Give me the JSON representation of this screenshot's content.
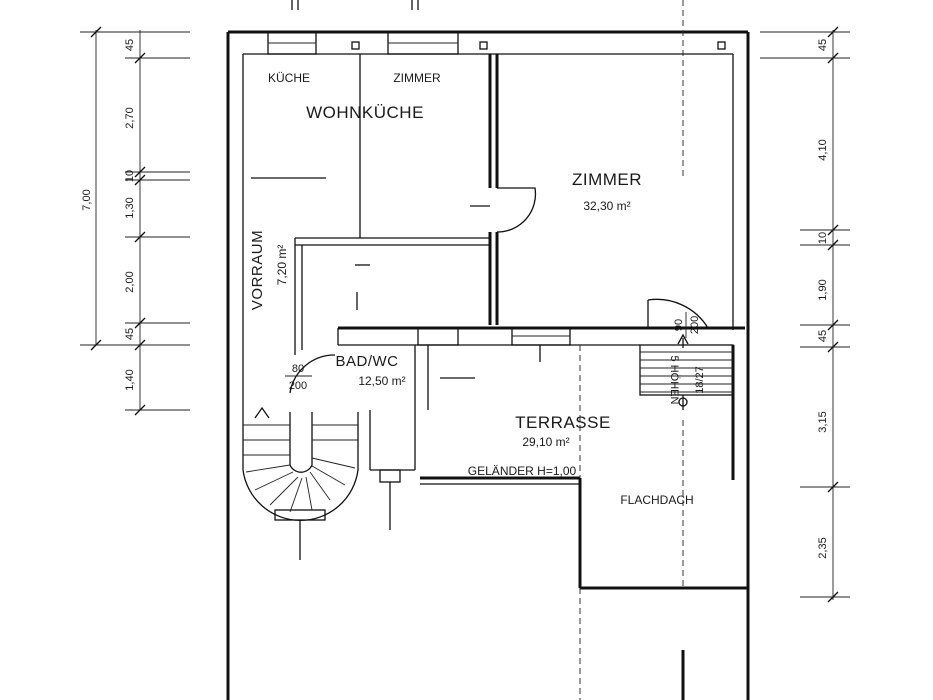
{
  "rooms": {
    "kueche": "KÜCHE",
    "zimmer_small": "ZIMMER",
    "wohnkueche": "WOHNKÜCHE",
    "zimmer_large": "ZIMMER",
    "zimmer_large_area": "32,30 m²",
    "vorraum": "VORRAUM",
    "vorraum_area": "7,20 m²",
    "bad": "BAD/WC",
    "bad_area": "12,50 m²",
    "terrasse": "TERRASSE",
    "terrasse_area": "29,10 m²",
    "gelaender": "GELÄNDER  H=1,00",
    "flachdach": "FLACHDACH"
  },
  "doors": {
    "bad_top": "80",
    "bad_bottom": "200",
    "zimmer_door_top": "90",
    "zimmer_door_bottom": "200"
  },
  "stair": {
    "label": "5 HÖHEN",
    "ratio": "18/27"
  },
  "dims_left": {
    "total": "7,00",
    "d1": "45",
    "d2": "2,70",
    "d3": "10",
    "d4": "1,30",
    "d5": "2,00",
    "d6": "45",
    "d7": "1,40"
  },
  "dims_right": {
    "d1": "45",
    "d2": "4,10",
    "d3": "10",
    "d4": "1,90",
    "d5": "45",
    "d6": "3,15",
    "d7": "2,35"
  }
}
